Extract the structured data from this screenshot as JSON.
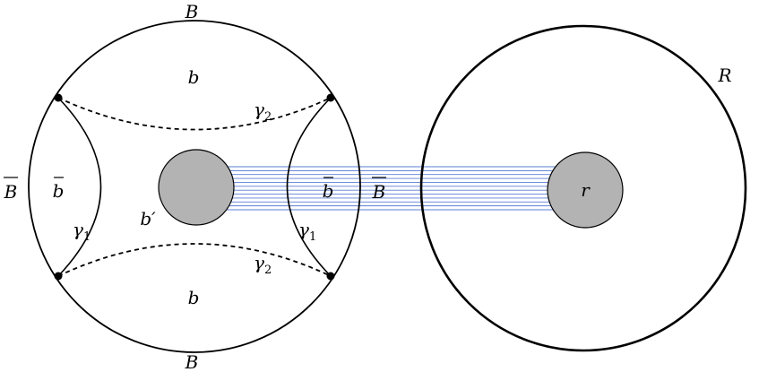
{
  "labels": {
    "B_top": "B",
    "B_bottom": "B",
    "b_top": "b",
    "b_bottom": "b",
    "b_bar_left": "b",
    "b_bar_mid": "b",
    "B_bar_left": "B",
    "B_bar_mid": "B",
    "b_prime": "b′",
    "gamma": "γ",
    "sub_1": "1",
    "sub_2": "2",
    "r": "r",
    "R": "R"
  },
  "colors": {
    "stroke": "#000000",
    "disk_fill": "#b3b3b3",
    "lines": "#5b7fd6"
  },
  "parallel_line_count": 12
}
